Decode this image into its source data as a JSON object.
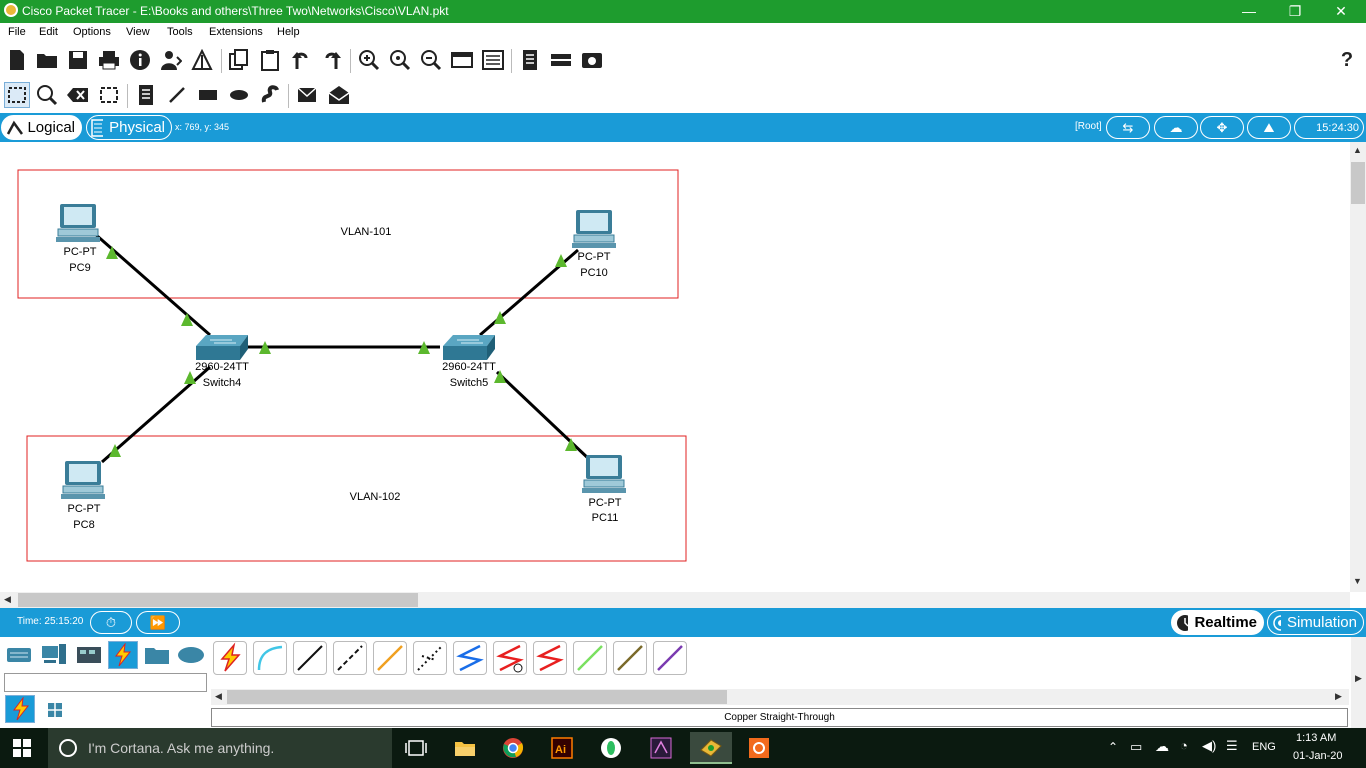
{
  "window": {
    "title": "Cisco Packet Tracer - E:\\Books and others\\Three Two\\Networks\\Cisco\\VLAN.pkt",
    "minimize": "—",
    "restore": "❐",
    "close": "✕"
  },
  "menu": [
    "File",
    "Edit",
    "Options",
    "View",
    "Tools",
    "Extensions",
    "Help"
  ],
  "help_label": "?",
  "modes": {
    "logical": "Logical",
    "physical": "Physical",
    "coords": "x: 769, y: 345",
    "root": "[Root]",
    "clock": "15:24:30"
  },
  "canvas": {
    "vlans": [
      {
        "name": "VLAN-101"
      },
      {
        "name": "VLAN-102"
      }
    ],
    "devices": [
      {
        "type": "PC-PT",
        "name": "PC9"
      },
      {
        "type": "PC-PT",
        "name": "PC10"
      },
      {
        "type": "PC-PT",
        "name": "PC8"
      },
      {
        "type": "PC-PT",
        "name": "PC11"
      },
      {
        "type": "2960-24TT",
        "name": "Switch4"
      },
      {
        "type": "2960-24TT",
        "name": "Switch5"
      }
    ]
  },
  "status": {
    "time": "Time: 25:15:20",
    "realtime": "Realtime",
    "simulation": "Simulation"
  },
  "bottom": {
    "cable_name": "Copper Straight-Through",
    "search_value": ""
  },
  "taskbar": {
    "cortana": "I'm Cortana. Ask me anything.",
    "lang": "ENG",
    "time": "1:13 AM",
    "date": "01-Jan-20"
  },
  "colors": {
    "titlebar": "#1e9c2e",
    "modebar": "#1a9bd7",
    "vlan_box": "#e02020",
    "link_up": "#5cb82e"
  }
}
